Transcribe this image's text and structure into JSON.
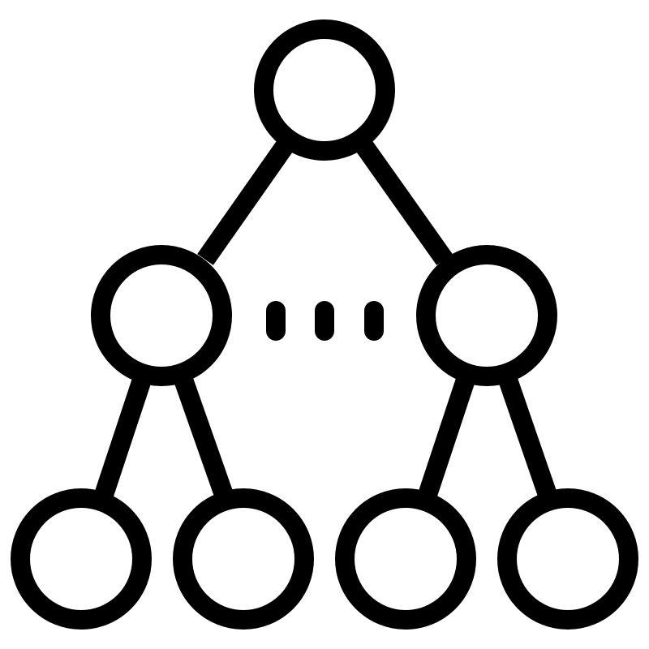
{
  "icon": {
    "name": "hierarchy-tree-icon",
    "stroke_color": "#000000",
    "background_color": "#ffffff",
    "levels": 3,
    "root_count": 1,
    "middle_count": 2,
    "leaf_count": 4,
    "ellipsis_dots": 3
  }
}
